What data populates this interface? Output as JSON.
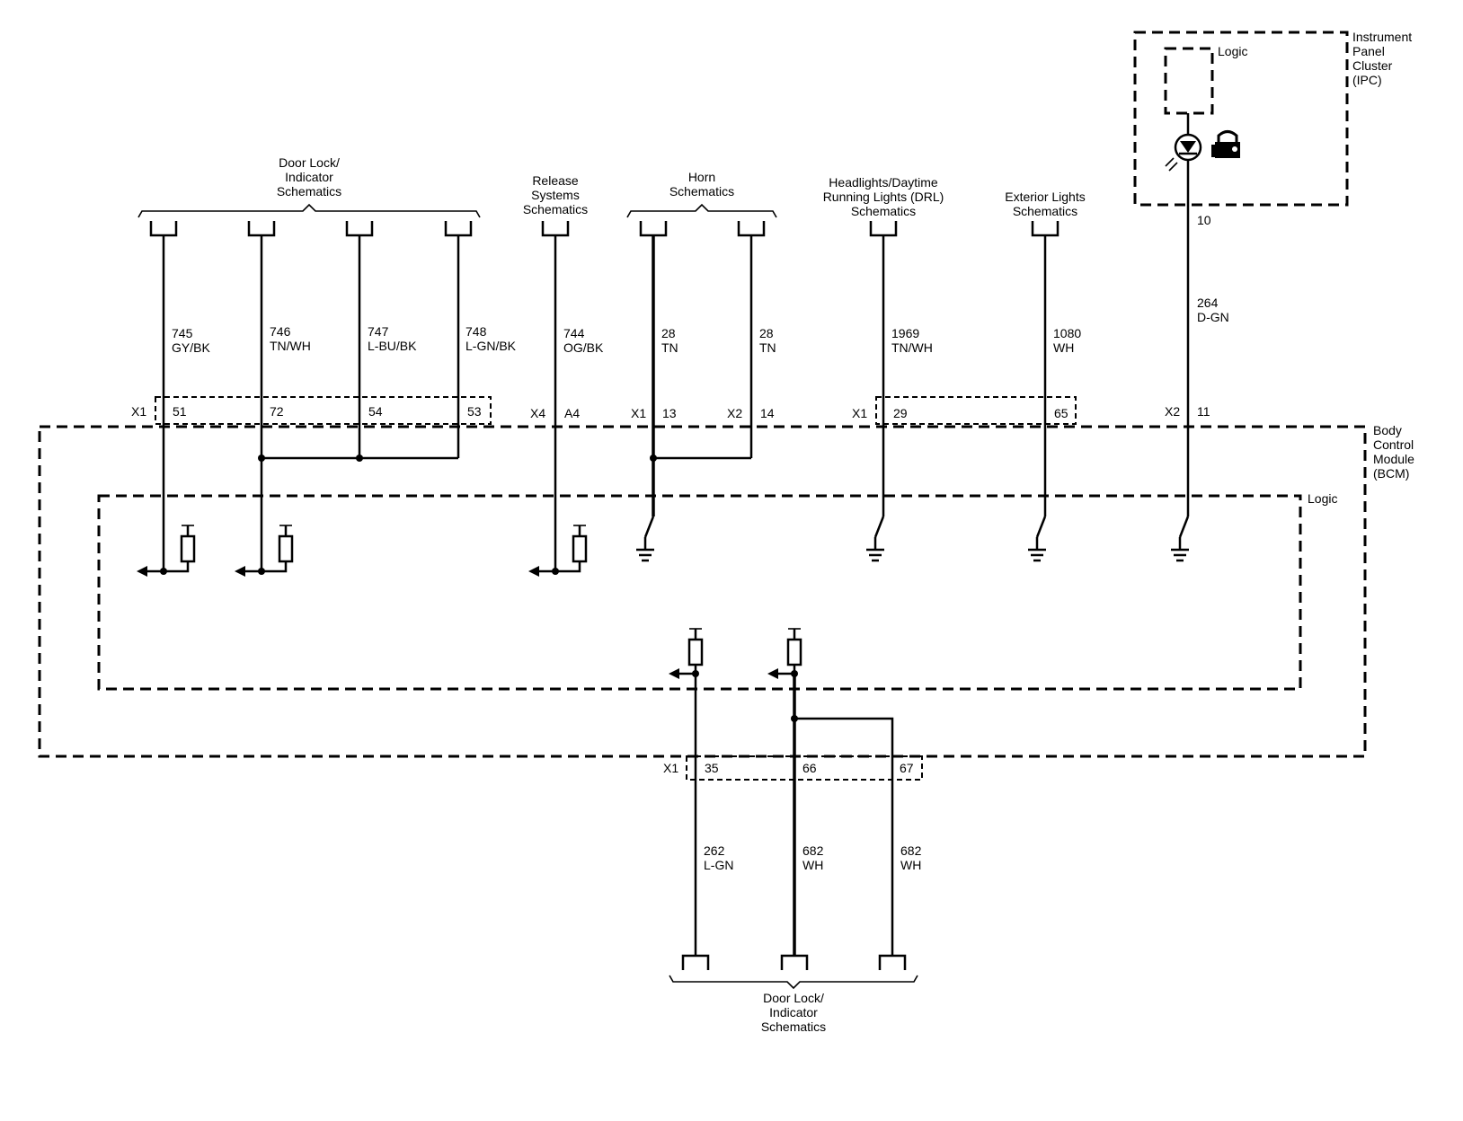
{
  "groups": {
    "door_lock_top": [
      "Door Lock/",
      "Indicator",
      "Schematics"
    ],
    "release": [
      "Release",
      "Systems",
      "Schematics"
    ],
    "horn": [
      "Horn",
      "Schematics"
    ],
    "headlights": [
      "Headlights/Daytime",
      "Running Lights (DRL)",
      "Schematics"
    ],
    "exterior": [
      "Exterior Lights",
      "Schematics"
    ],
    "door_lock_bottom": [
      "Door Lock/",
      "Indicator",
      "Schematics"
    ]
  },
  "modules": {
    "ipc": [
      "Instrument",
      "Panel",
      "Cluster",
      "(IPC)"
    ],
    "ipc_logic": "Logic",
    "bcm": [
      "Body",
      "Control",
      "Module",
      "(BCM)"
    ],
    "bcm_logic": "Logic"
  },
  "wires": {
    "w745": {
      "circuit": "745",
      "color": "GY/BK"
    },
    "w746": {
      "circuit": "746",
      "color": "TN/WH"
    },
    "w747": {
      "circuit": "747",
      "color": "L-BU/BK"
    },
    "w748": {
      "circuit": "748",
      "color": "L-GN/BK"
    },
    "w744": {
      "circuit": "744",
      "color": "OG/BK"
    },
    "w28a": {
      "circuit": "28",
      "color": "TN"
    },
    "w28b": {
      "circuit": "28",
      "color": "TN"
    },
    "w1969": {
      "circuit": "1969",
      "color": "TN/WH"
    },
    "w1080": {
      "circuit": "1080",
      "color": "WH"
    },
    "w264": {
      "circuit": "264",
      "color": "D-GN"
    },
    "w262": {
      "circuit": "262",
      "color": "L-GN"
    },
    "w682a": {
      "circuit": "682",
      "color": "WH"
    },
    "w682b": {
      "circuit": "682",
      "color": "WH"
    }
  },
  "connectors": {
    "x1a": "X1",
    "x4": "X4",
    "x1b": "X1",
    "x2a": "X2",
    "x1c": "X1",
    "x2b": "X2",
    "x1d": "X1"
  },
  "pins": {
    "p51": "51",
    "p72": "72",
    "p54": "54",
    "p53": "53",
    "pA4": "A4",
    "p13": "13",
    "p14": "14",
    "p29": "29",
    "p65": "65",
    "p11": "11",
    "p10": "10",
    "p35": "35",
    "p66": "66",
    "p67": "67"
  }
}
